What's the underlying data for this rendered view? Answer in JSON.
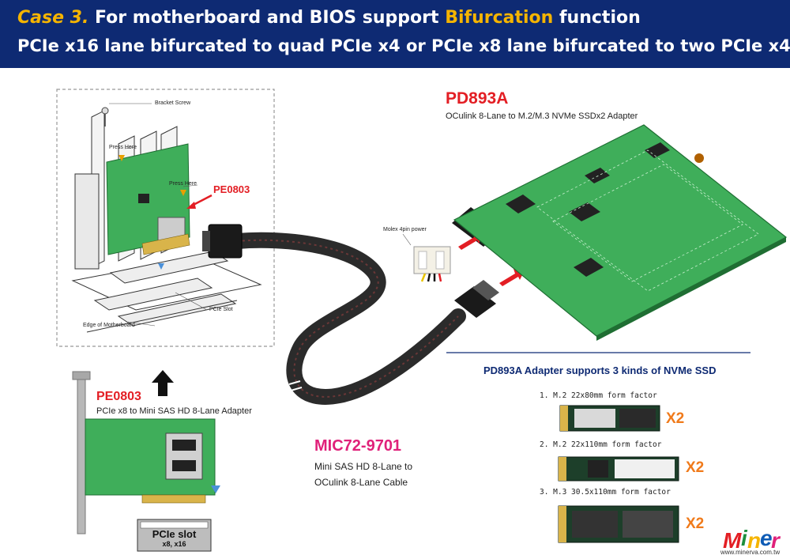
{
  "header": {
    "case": "Case 3.",
    "line1_a": "For motherboard and BIOS support ",
    "line1_hl": "Bifurcation",
    "line1_b": " function",
    "line2": "PCIe x16 lane bifurcated to quad PCIe x4 or PCIe x8 lane bifurcated to two PCIe x4"
  },
  "install": {
    "bracket_screw": "Bracket Screw",
    "press_here_1": "Press Here",
    "press_here_2": "Press Here",
    "card_label": "PE0803",
    "pcie_slot": "PCIe Slot",
    "edge": "Edge of Motherboard"
  },
  "pe0803": {
    "name": "PE0803",
    "desc": "PCIe x8 to Mini SAS HD 8-Lane Adapter",
    "slot_line1": "PCIe slot",
    "slot_line2": "x8, x16"
  },
  "cable": {
    "name": "MIC72-9701",
    "desc1": "Mini SAS HD 8-Lane to",
    "desc2": "OCulink 8-Lane Cable"
  },
  "molex": {
    "label": "Molex 4pin power"
  },
  "pd893a": {
    "name": "PD893A",
    "desc": "OCulink 8-Lane to M.2/M.3 NVMe SSDx2 Adapter",
    "supports": "PD893A Adapter supports 3 kinds of NVMe SSD",
    "ssd": [
      {
        "label": "1. M.2 22x80mm form factor",
        "qty": "X2"
      },
      {
        "label": "2. M.2 22x110mm form factor",
        "qty": "X2"
      },
      {
        "label": "3. M.3 30.5x110mm form factor",
        "qty": "X2"
      }
    ]
  },
  "brand": {
    "logo": "Minerva",
    "url": "www.minerva.com.tw"
  },
  "colors": {
    "header_bg": "#0e2a73",
    "accent": "#f5b400",
    "red": "#e31e24",
    "pink": "#e0217a",
    "pcb": "#3fae5a",
    "qty": "#f07a1a"
  }
}
